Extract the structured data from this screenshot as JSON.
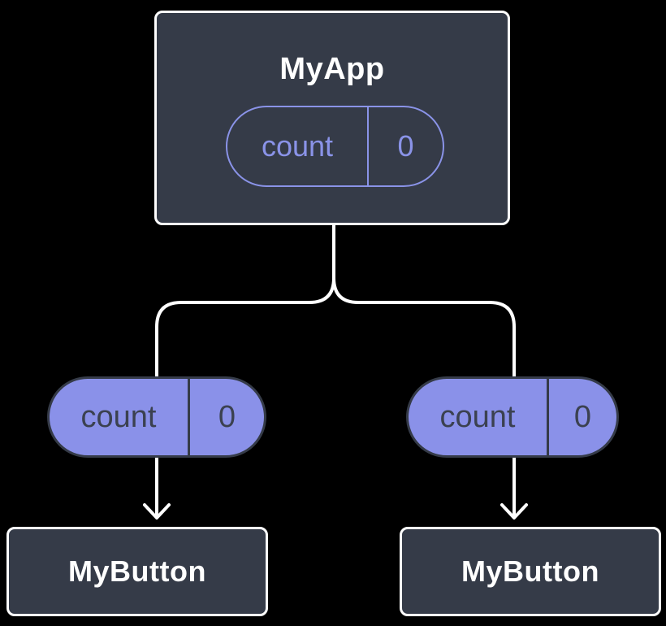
{
  "diagram": {
    "background": "#000000",
    "colors": {
      "node_fill": "#353b48",
      "node_border": "#ffffff",
      "node_text": "#ffffff",
      "state_outline_purple": "#8a93e8",
      "prop_fill_purple": "#8a91e9",
      "prop_text_dark": "#3b4150",
      "connector_white": "#ffffff"
    },
    "root": {
      "label": "MyApp",
      "state": {
        "name": "count",
        "value": "0"
      }
    },
    "props": [
      {
        "name": "count",
        "value": "0"
      },
      {
        "name": "count",
        "value": "0"
      }
    ],
    "children": [
      {
        "label": "MyButton"
      },
      {
        "label": "MyButton"
      }
    ]
  }
}
